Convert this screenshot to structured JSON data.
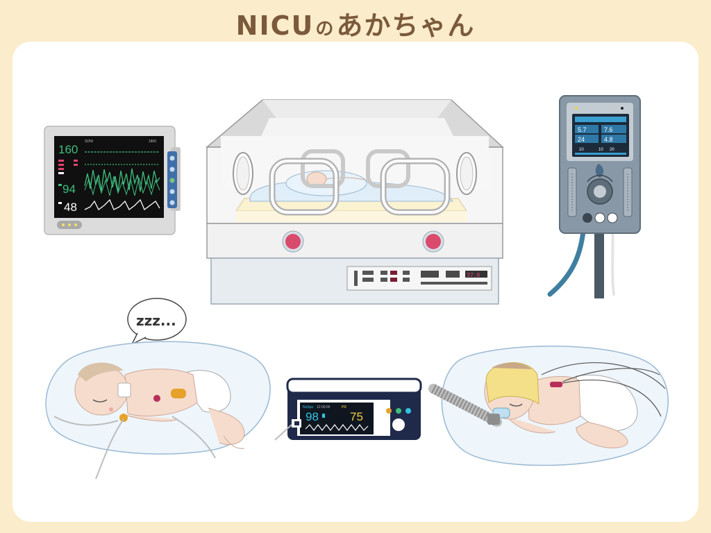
{
  "title": {
    "main": "NICU",
    "particle": "の",
    "rest": "あかちゃん"
  },
  "bubble": {
    "text": "zzz..."
  },
  "vital_monitor": {
    "hr": "160",
    "spo2": "94",
    "resp": "48",
    "header_left": "SDNI",
    "header_right": "1800"
  },
  "ventilator": {
    "rows": [
      [
        "5.7",
        "7.6"
      ],
      [
        "24",
        "4.8"
      ],
      [
        "10",
        "10",
        "20"
      ]
    ]
  },
  "pulse_oximeter": {
    "spo2": "98",
    "pr": "75",
    "header": "12:00:00",
    "brand": "NoSpo",
    "pr_label": "PR"
  },
  "incubator": {
    "display_text": "37.0"
  },
  "colors": {
    "background": "#fbeccb",
    "title": "#7a5a3a",
    "monitor_green": "#3fbf7f",
    "oximeter_cyan": "#34c4e0",
    "oximeter_yellow": "#f2d23a",
    "tube_blue": "#3f7fa0"
  }
}
